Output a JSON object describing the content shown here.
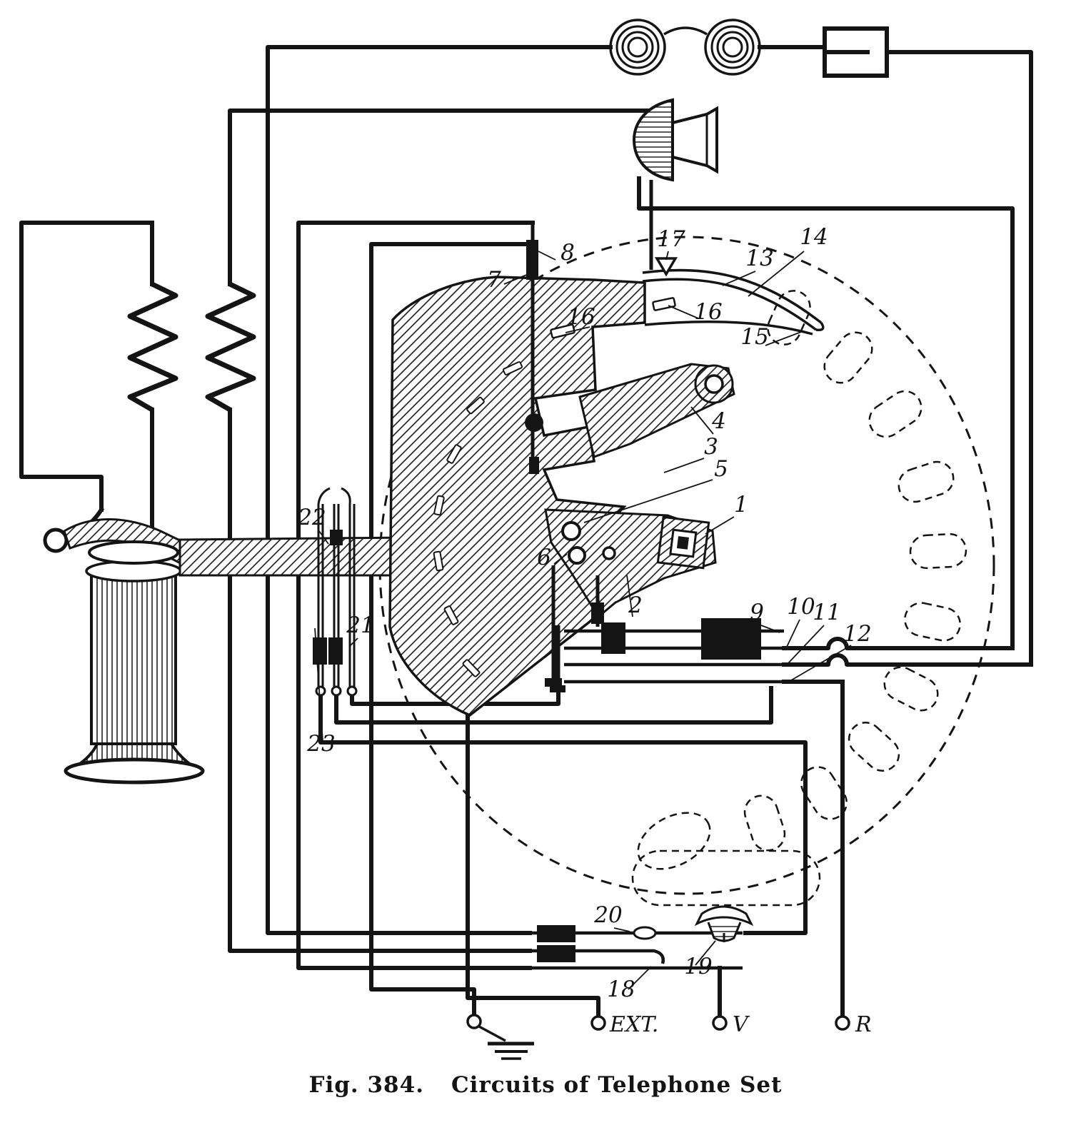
{
  "figure_caption": {
    "fig_label": "Fig. 384.",
    "title": "Circuits of Telephone Set"
  },
  "terminal_labels": [
    {
      "text": "EXT."
    },
    {
      "text": "V"
    },
    {
      "text": "R"
    }
  ],
  "part_labels": [
    {
      "text": "17"
    },
    {
      "text": "13"
    },
    {
      "text": "14"
    },
    {
      "text": "16"
    },
    {
      "text": "16"
    },
    {
      "text": "15"
    },
    {
      "text": "8"
    },
    {
      "text": "7"
    },
    {
      "text": "4"
    },
    {
      "text": "3"
    },
    {
      "text": "5"
    },
    {
      "text": "1"
    },
    {
      "text": "22"
    },
    {
      "text": "6"
    },
    {
      "text": "2"
    },
    {
      "text": "9"
    },
    {
      "text": "10"
    },
    {
      "text": "11"
    },
    {
      "text": "12"
    },
    {
      "text": "21"
    },
    {
      "text": "23"
    },
    {
      "text": "20"
    },
    {
      "text": "19"
    },
    {
      "text": "18"
    }
  ],
  "colors": {
    "ink": "#141414",
    "paper": "#ffffff"
  }
}
